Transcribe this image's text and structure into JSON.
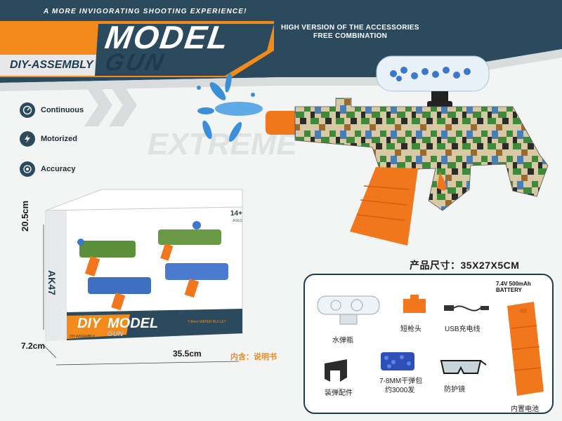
{
  "header": {
    "tagline": "A MORE INVIGORATING SHOOTING EXPERIENCE!",
    "title_diy": "DIY",
    "title_model": "MODEL",
    "title_gun": "GUN",
    "subtitle": "DIY-ASSEMBLY",
    "accessories_line1": "HIGH VERSION OF THE ACCESSORIES",
    "accessories_line2": "FREE COMBINATION"
  },
  "features": [
    {
      "label": "Continuous",
      "icon": "gauge-icon"
    },
    {
      "label": "Motorized",
      "icon": "lightning-icon"
    },
    {
      "label": "Accuracy",
      "icon": "target-icon"
    }
  ],
  "background_text": "EXTREME",
  "product": {
    "size_label": "产品尺寸：35X27X5CM",
    "box_height": "20.5cm",
    "box_depth": "7.2cm",
    "box_width": "35.5cm",
    "contains": "内含：说明书"
  },
  "box": {
    "age": "14+",
    "age_sub": "AGES",
    "side_text": "AK47",
    "title_diy": "DIY",
    "title_model": "MODEL",
    "title_gun": "GUN",
    "subtitle": "DIY-ASSEMBLY",
    "water_bullet": "7-8mm WATER BULLET"
  },
  "accessories": {
    "battery_spec_line1": "7.4V 500mAh",
    "battery_spec_line2": "BATTERY",
    "items": [
      {
        "label": "水弹瓶",
        "icon": "water-bottle-scope-icon"
      },
      {
        "label": "短枪头",
        "icon": "short-muzzle-icon"
      },
      {
        "label": "USB充电线",
        "icon": "usb-cable-icon"
      },
      {
        "label": "装弹配件",
        "icon": "loader-icon"
      },
      {
        "label": "7-8MM干弹包",
        "label2": "约3000发",
        "icon": "gel-ball-pack-icon"
      },
      {
        "label": "防护镜",
        "icon": "goggles-icon"
      },
      {
        "label": "内置电池",
        "icon": "battery-magazine-icon"
      }
    ]
  },
  "colors": {
    "header_bg": "#2b4a5e",
    "accent_orange": "#f28a1c",
    "camo_green": "#3d8a3a",
    "camo_brown": "#9b6a2e",
    "camo_blue": "#4a7db0"
  }
}
